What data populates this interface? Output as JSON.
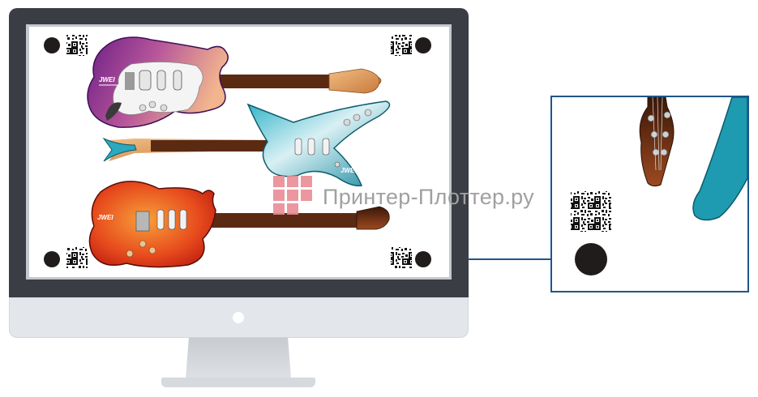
{
  "watermark": {
    "text": "Принтер-Плоттер.ру"
  },
  "guitars": {
    "purple": {
      "brand": "JWEI"
    },
    "teal": {
      "brand": "JWEI"
    },
    "orange": {
      "brand": "JWEI"
    }
  },
  "icons": [
    "registration-mark-icon",
    "qr-code-icon",
    "monitor-icon",
    "guitar-icon",
    "zoom-callout-icon"
  ],
  "colors": {
    "frame": "#3a3d44",
    "chin": "#e3e6ea",
    "zoom_border": "#1f5687",
    "marker": "#211c1c",
    "watermark": "#a0a0a0",
    "watermark_logo": "#e98c95",
    "guitar_purple": "#7a2a8c",
    "guitar_teal": "#1e9bb0",
    "guitar_orange": "#e3461c"
  }
}
